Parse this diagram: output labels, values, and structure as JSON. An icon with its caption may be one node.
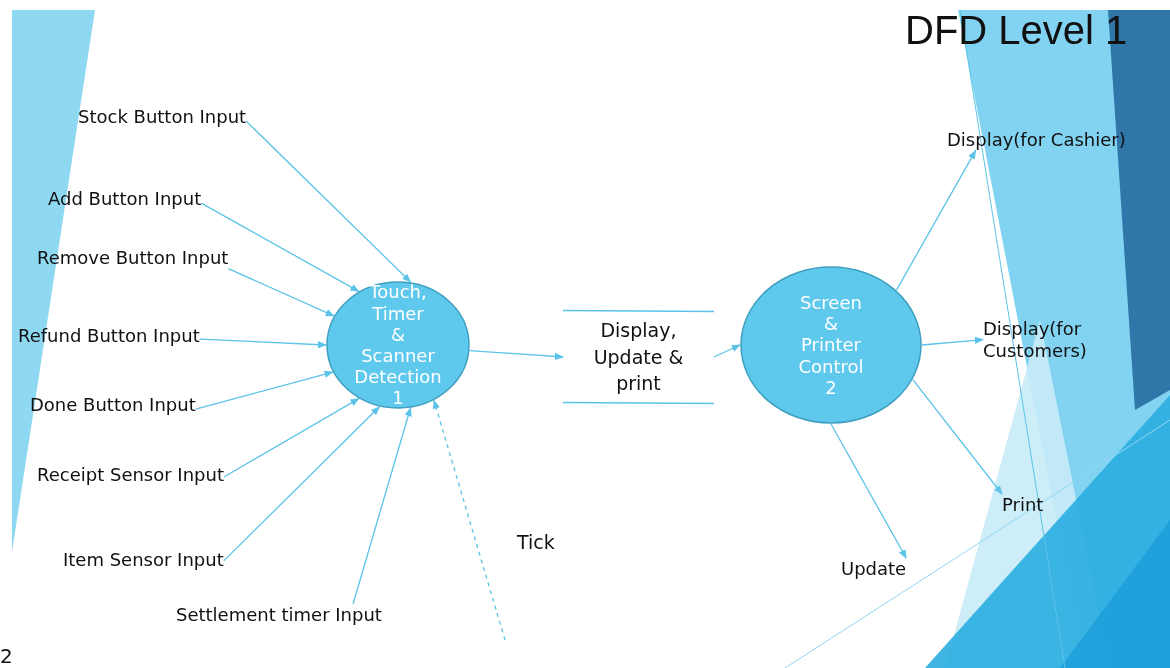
{
  "diagram": {
    "title": "DFD Level 1",
    "nodes": [
      {
        "text": [
          "Stock Button Input"
        ]
      },
      {
        "text": [
          "Add Button Input"
        ]
      },
      {
        "text": [
          "Remove Button Input"
        ]
      },
      {
        "text": [
          "Refund Button Input"
        ]
      },
      {
        "text": [
          "Done Button Input"
        ]
      },
      {
        "text": [
          "Receipt Sensor Input"
        ]
      },
      {
        "text": [
          "Item Sensor Input"
        ]
      },
      {
        "text": [
          "Settlement timer Input"
        ]
      },
      {
        "text": [
          "Touch, Timer & Scanner Detection",
          "1"
        ]
      },
      {
        "text": [
          "Display, Update & print"
        ]
      },
      {
        "text": [
          "Screen & Printer Control",
          "2"
        ]
      },
      {
        "text": [
          "Display(for Cashier)"
        ]
      },
      {
        "text": [
          "Display(for Customers)"
        ]
      },
      {
        "text": [
          "Print"
        ]
      },
      {
        "text": [
          "Update"
        ]
      }
    ],
    "edges": [
      {
        "from": 0,
        "to": 8,
        "arrow": "to"
      },
      {
        "from": 1,
        "to": 8,
        "arrow": "to"
      },
      {
        "from": 2,
        "to": 8,
        "arrow": "to"
      },
      {
        "from": 3,
        "to": 8,
        "arrow": "to"
      },
      {
        "from": 4,
        "to": 8,
        "arrow": "to"
      },
      {
        "from": 5,
        "to": 8,
        "arrow": "to"
      },
      {
        "from": 6,
        "to": 8,
        "arrow": "to"
      },
      {
        "from": 7,
        "to": 8,
        "arrow": "to"
      },
      {
        "from": null,
        "to": 8,
        "arrow": "to",
        "style": "dashed",
        "label": "Tick"
      },
      {
        "from": 8,
        "to": 9,
        "arrow": "to"
      },
      {
        "from": 9,
        "to": 10,
        "arrow": "to"
      },
      {
        "from": 10,
        "to": 11,
        "arrow": "to"
      },
      {
        "from": 10,
        "to": 12,
        "arrow": "to"
      },
      {
        "from": 10,
        "to": 13,
        "arrow": "to"
      },
      {
        "from": 10,
        "to": 14,
        "arrow": "to"
      }
    ],
    "labels": [
      "2"
    ]
  }
}
